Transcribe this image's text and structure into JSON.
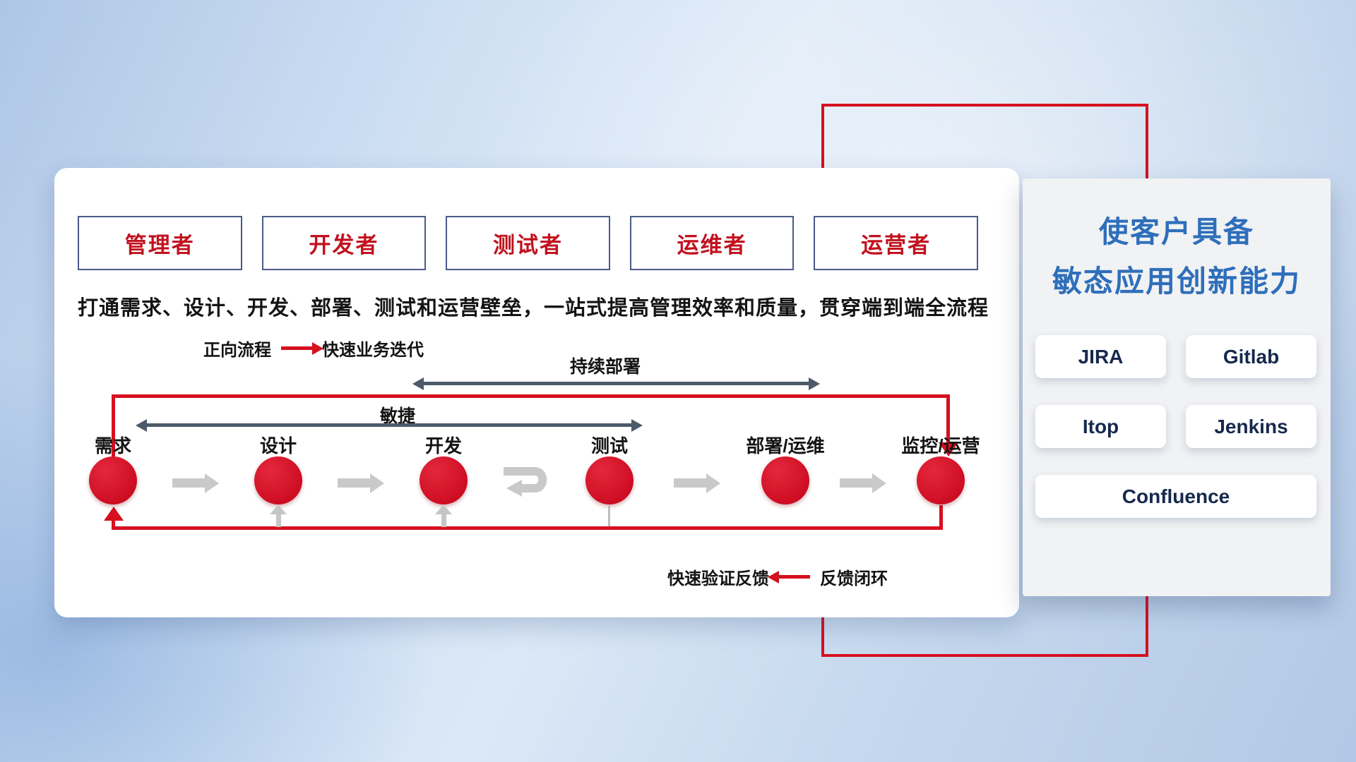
{
  "colors": {
    "accent_red": "#d6101f",
    "dark_arrow": "#4d5a6b",
    "gray_arrow": "#c9c9c9",
    "title_blue": "#2e6fba",
    "tool_text": "#16294d",
    "role_text": "#c1121f"
  },
  "roles": [
    {
      "label": "管理者"
    },
    {
      "label": "开发者"
    },
    {
      "label": "测试者"
    },
    {
      "label": "运维者"
    },
    {
      "label": "运营者"
    }
  ],
  "subtitle": "打通需求、设计、开发、部署、测试和运营壁垒，一站式提高管理效率和质量，贯穿端到端全流程",
  "legend_forward": {
    "label": "正向流程",
    "desc": "快速业务迭代"
  },
  "spans": {
    "continuous_deploy": "持续部署",
    "agile": "敏捷"
  },
  "nodes": [
    {
      "label": "需求"
    },
    {
      "label": "设计"
    },
    {
      "label": "开发"
    },
    {
      "label": "测试"
    },
    {
      "label": "部署/运维"
    },
    {
      "label": "监控/运营"
    }
  ],
  "legend_feedback": {
    "desc": "快速验证反馈",
    "label": "反馈闭环"
  },
  "side_panel": {
    "title_line1": "使客户具备",
    "title_line2": "敏态应用创新能力",
    "tools": [
      {
        "label": "JIRA"
      },
      {
        "label": "Gitlab"
      },
      {
        "label": "Itop"
      },
      {
        "label": "Jenkins"
      },
      {
        "label": "Confluence"
      }
    ]
  }
}
